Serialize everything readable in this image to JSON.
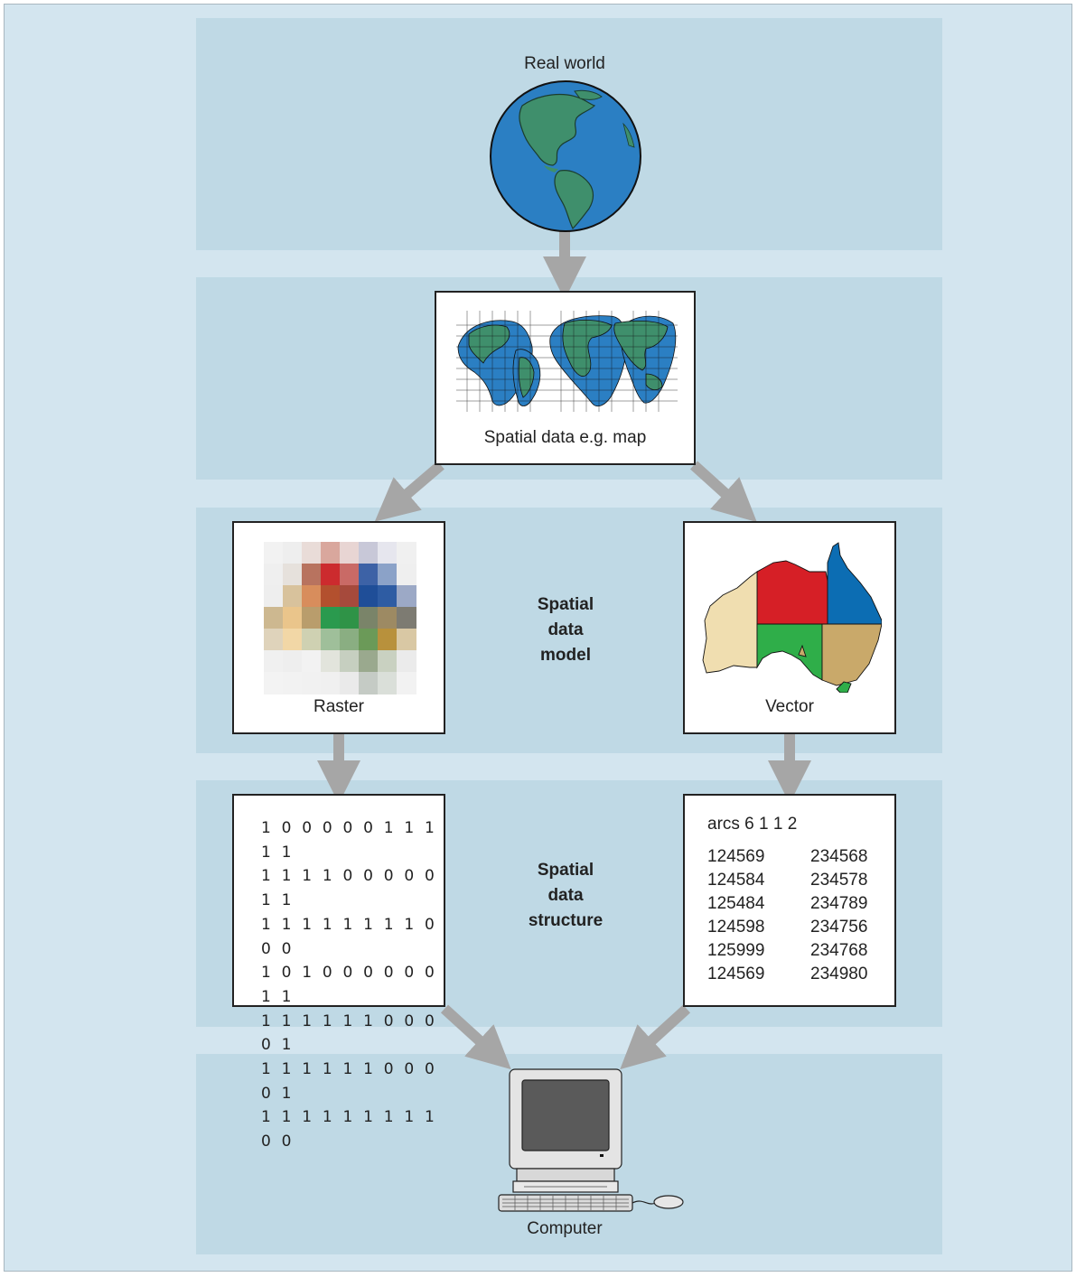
{
  "nodes": {
    "real_world": "Real world",
    "spatial_data": "Spatial data e.g. map",
    "raster": "Raster",
    "vector": "Vector",
    "computer": "Computer"
  },
  "stages": {
    "model": [
      "Spatial",
      "data",
      "model"
    ],
    "structure": [
      "Spatial",
      "data",
      "structure"
    ]
  },
  "raster_structure": {
    "rows": [
      "1 0 0 0 0 0 1 1 1 1 1",
      "1 1 1 1 0 0 0 0 0 1 1",
      "1 1 1 1 1 1 1 1 0 0 0",
      "1 0 1 0 0 0 0 0 0 1 1",
      "1 1 1 1 1 1 0 0 0 0 1",
      "1 1 1 1 1 1 0 0 0 0 1",
      "1 1 1 1 1 1 1 1 1 0 0"
    ]
  },
  "vector_structure": {
    "header": "arcs 6 1 1 2",
    "rows": [
      [
        "124569",
        "234568"
      ],
      [
        "124584",
        "234578"
      ],
      [
        "125484",
        "234789"
      ],
      [
        "124598",
        "234756"
      ],
      [
        "125999",
        "234768"
      ],
      [
        "124569",
        "234980"
      ]
    ]
  },
  "colors": {
    "background": "#d3e5ef",
    "band": "#bfd9e5",
    "arrow": "#a6a6a6",
    "ocean": "#2b7fc3",
    "land": "#3f8f6c"
  }
}
